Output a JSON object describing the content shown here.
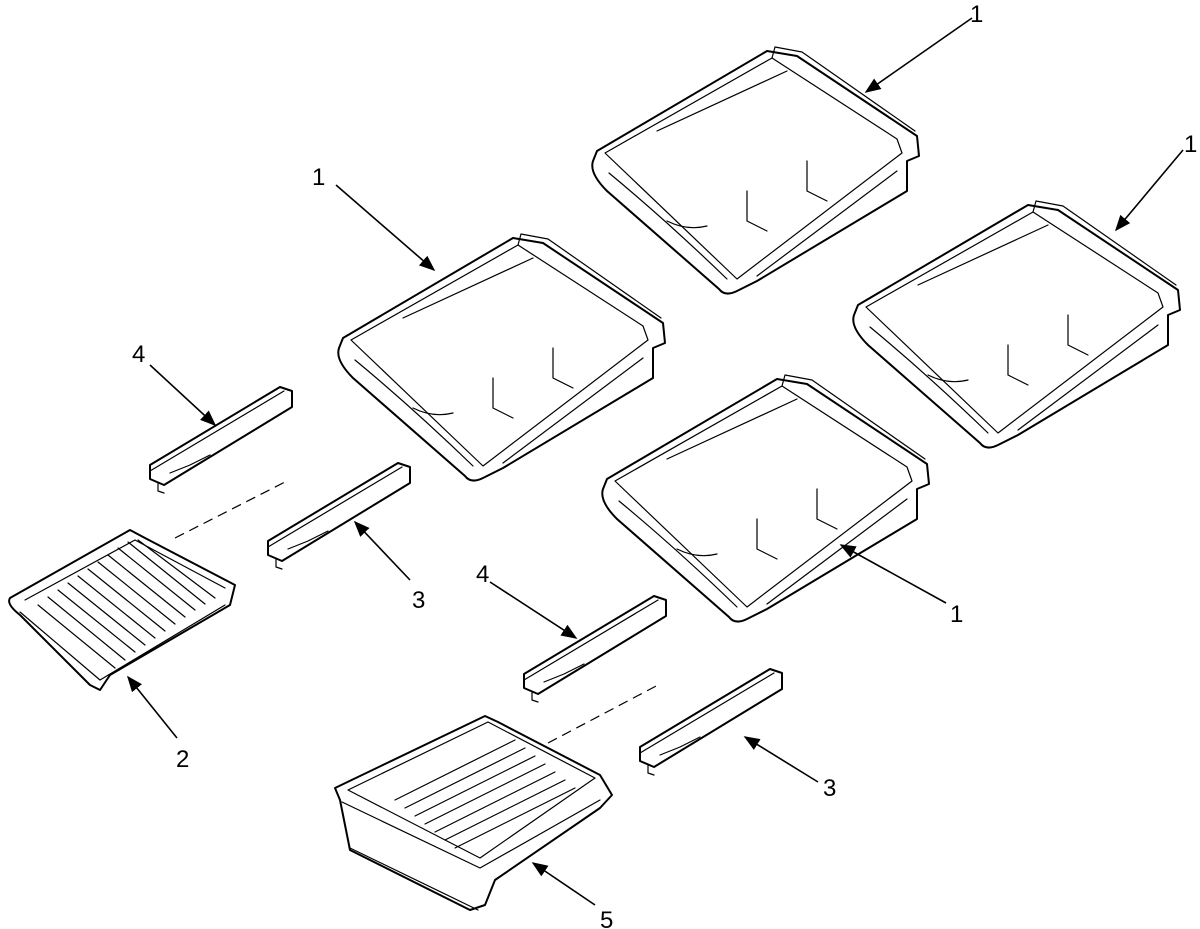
{
  "callouts": [
    {
      "id": "shelf-a",
      "label": "1"
    },
    {
      "id": "shelf-b",
      "label": "1"
    },
    {
      "id": "shelf-c",
      "label": "1"
    },
    {
      "id": "shelf-d",
      "label": "1"
    },
    {
      "id": "rail-left-upper",
      "label": "4"
    },
    {
      "id": "rail-right-upper",
      "label": "3"
    },
    {
      "id": "rail-left-lower",
      "label": "4"
    },
    {
      "id": "rail-right-lower",
      "label": "3"
    },
    {
      "id": "wire-basket",
      "label": "2"
    },
    {
      "id": "crisper-drawer",
      "label": "5"
    }
  ],
  "colors": {
    "ink": "#000000",
    "paper": "#ffffff"
  }
}
